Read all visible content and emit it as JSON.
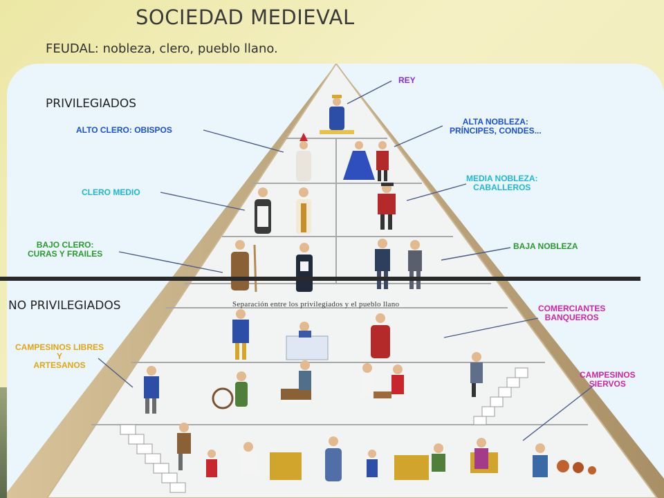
{
  "title": "SOCIEDAD MEDIEVAL",
  "subtitle": "FEUDAL: nobleza, clero, pueblo llano.",
  "sections": {
    "privileged": "PRIVILEGIADOS",
    "non_privileged": "NO PRIVILEGIADOS"
  },
  "separator_text": "Separación entre los privilegiados y el pueblo llano",
  "labels": {
    "rey": "REY",
    "alto_clero": "ALTO CLERO: OBISPOS",
    "alta_nobleza_1": "ALTA NOBLEZA:",
    "alta_nobleza_2": "PRÍNCIPES, CONDES...",
    "clero_medio": "CLERO MEDIO",
    "media_nobleza_1": "MEDIA NOBLEZA:",
    "media_nobleza_2": "CABALLEROS",
    "bajo_clero_1": "BAJO CLERO:",
    "bajo_clero_2": "CURAS Y FRAILES",
    "baja_nobleza": "BAJA NOBLEZA",
    "comerciantes_1": "COMERCIANTES",
    "comerciantes_2": "BANQUEROS",
    "campesinos_libres_1": "CAMPESINOS LIBRES",
    "campesinos_libres_2": "Y",
    "campesinos_libres_3": "ARTESANOS",
    "campesinos_siervos_1": "CAMPESINOS",
    "campesinos_siervos_2": "SIERVOS"
  },
  "colors": {
    "purple": "#8a2be2",
    "blue": "#1a4fd6",
    "cyan": "#1fb7d8",
    "green": "#2a9a2e",
    "magenta": "#d025a8",
    "gold": "#e2a514"
  }
}
